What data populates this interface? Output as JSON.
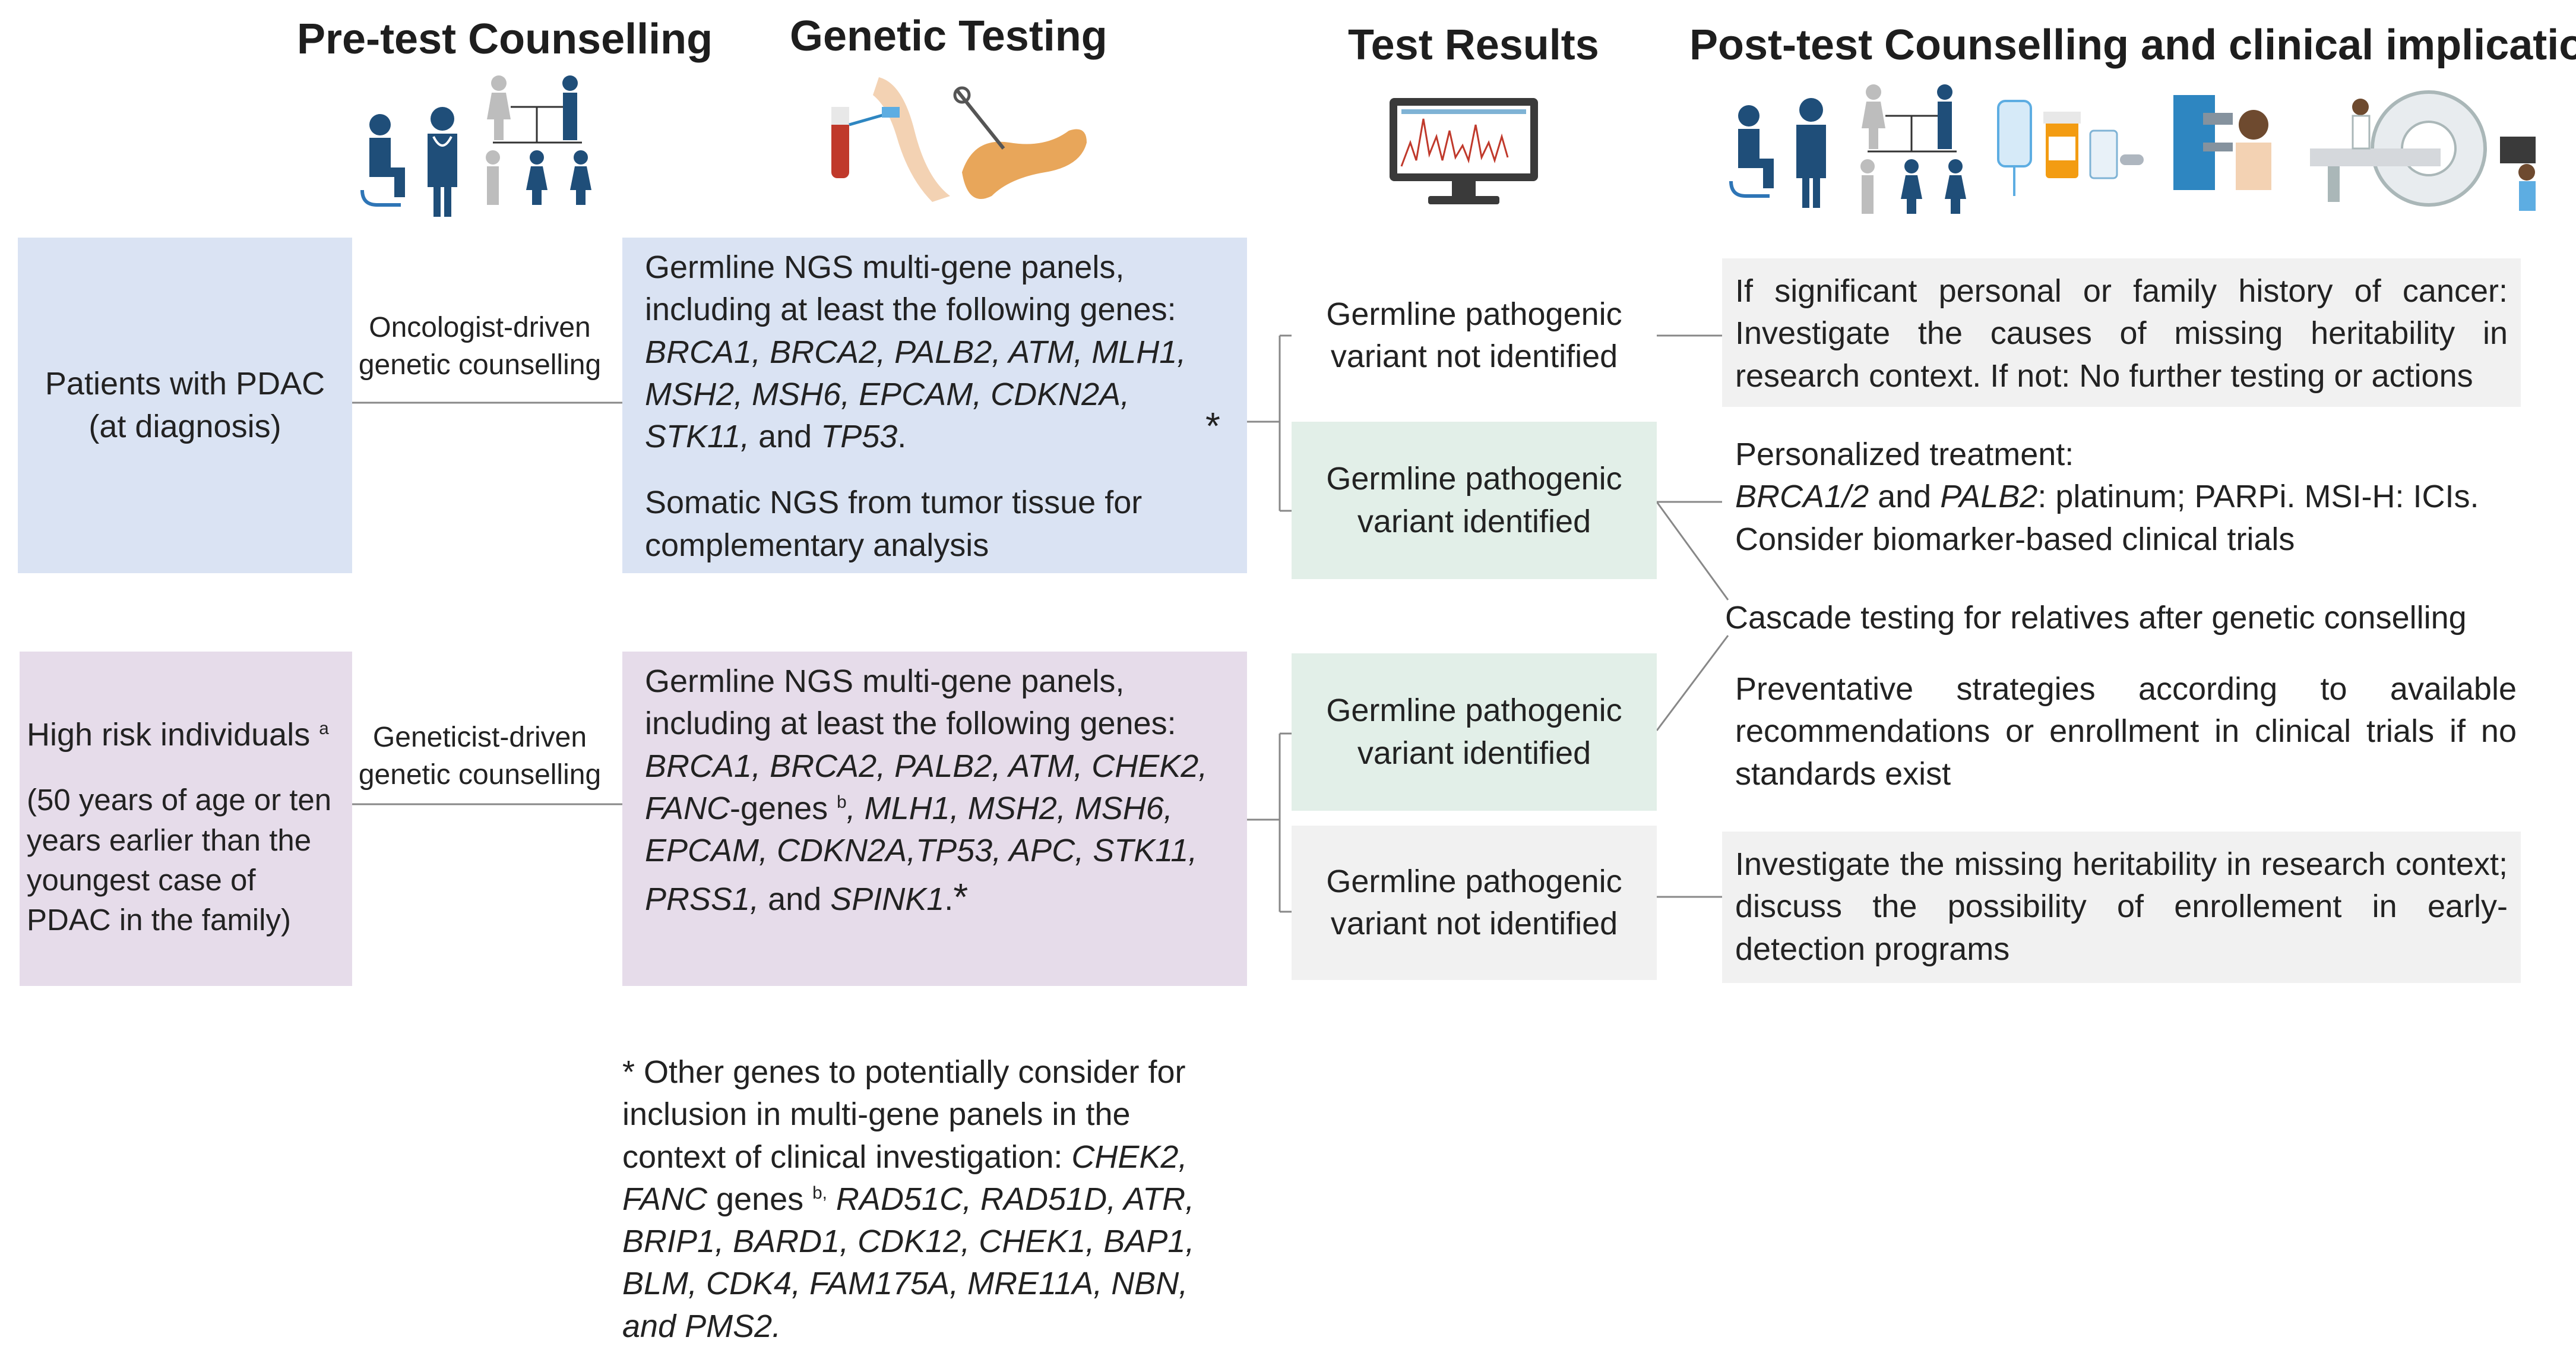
{
  "headers": {
    "pretest": "Pre-test Counselling",
    "testing": "Genetic Testing",
    "results": "Test Results",
    "posttest": "Post-test Counselling and clinical implications"
  },
  "row1": {
    "patient_line1": "Patients with PDAC",
    "patient_line2": "(at diagnosis)",
    "counsel_line1": "Oncologist-driven",
    "counsel_line2": "genetic counselling",
    "panel_intro": "Germline NGS multi-gene panels, including at least the following genes:",
    "panel_genes": "BRCA1, BRCA2, PALB2, ATM, MLH1, MSH2, MSH6, EPCAM, CDKN2A, STK11,",
    "panel_and": " and ",
    "panel_last": "TP53",
    "panel_end": ".",
    "star": "*",
    "somatic": "Somatic NGS from tumor tissue for complementary analysis",
    "result_not": "Germline pathogenic variant not identified",
    "result_yes": "Germline pathogenic variant identified",
    "post_not": "If significant personal or family history of cancer: Investigate the causes of missing heritability in research context. If not: No further testing or actions",
    "post_yes_line1": "Personalized treatment:",
    "post_yes_g1": "BRCA1/2",
    "post_yes_and": " and ",
    "post_yes_g2": "PALB2",
    "post_yes_rest": ": platinum; PARPi. MSI-H: ICIs.",
    "post_yes_line3": "Consider biomarker-based clinical trials"
  },
  "cascade": "Cascade testing for relatives after genetic conselling",
  "row2": {
    "hri_label": "High risk individuals",
    "hri_sup": "a",
    "hri_detail": "(50 years of age or ten years earlier than the youngest case of PDAC in the family)",
    "counsel_line1": "Geneticist-driven",
    "counsel_line2": "genetic counselling",
    "panel_intro": "Germline NGS multi-gene panels, including at least the following genes:",
    "panel_genes_a": "BRCA1, BRCA2, PALB2, ATM, CHEK2, FANC",
    "panel_genes_b": "-genes",
    "panel_sup": "b",
    "panel_genes_c": ", MLH1, MSH2, MSH6, EPCAM, CDKN2A,TP53, APC, STK11, PRSS1,",
    "panel_and": " and ",
    "panel_last": "SPINK1",
    "panel_end": ".",
    "star": "*",
    "result_yes": "Germline pathogenic variant identified",
    "result_not": "Germline pathogenic variant not identified",
    "post_yes": "Preventative strategies according to available recommendations or enrollment in clinical trials if no standards exist",
    "post_not": "Investigate the missing heritability in research context; discuss the possibility of enrollement in early-detection programs"
  },
  "footnote": {
    "intro": "* Other genes to potentially consider for inclusion in multi-gene panels in the context of clinical investigation: ",
    "g1": "CHEK2,",
    "g2": "FANC",
    "g3": " genes",
    "sup": "b,",
    "g4": " RAD51C, RAD51D, ATR, BRIP1, BARD1, CDK12, CHEK1, BAP1, BLM, CDK4, FAM175A, MRE11A, NBN, and PMS2."
  },
  "icons": [
    "clinician-patient-icon",
    "family-tree-icon",
    "blood-draw-arm-icon",
    "pancreas-biopsy-icon",
    "sequencing-monitor-icon",
    "iv-drug-icon",
    "mammography-icon",
    "mri-scanner-icon"
  ],
  "colors": {
    "blue_box": "#dae3f3",
    "purple_box": "#e6dcea",
    "green_box": "#e2efe8",
    "grey_box": "#f1f1f1",
    "figure_blue": "#1f4e79"
  }
}
